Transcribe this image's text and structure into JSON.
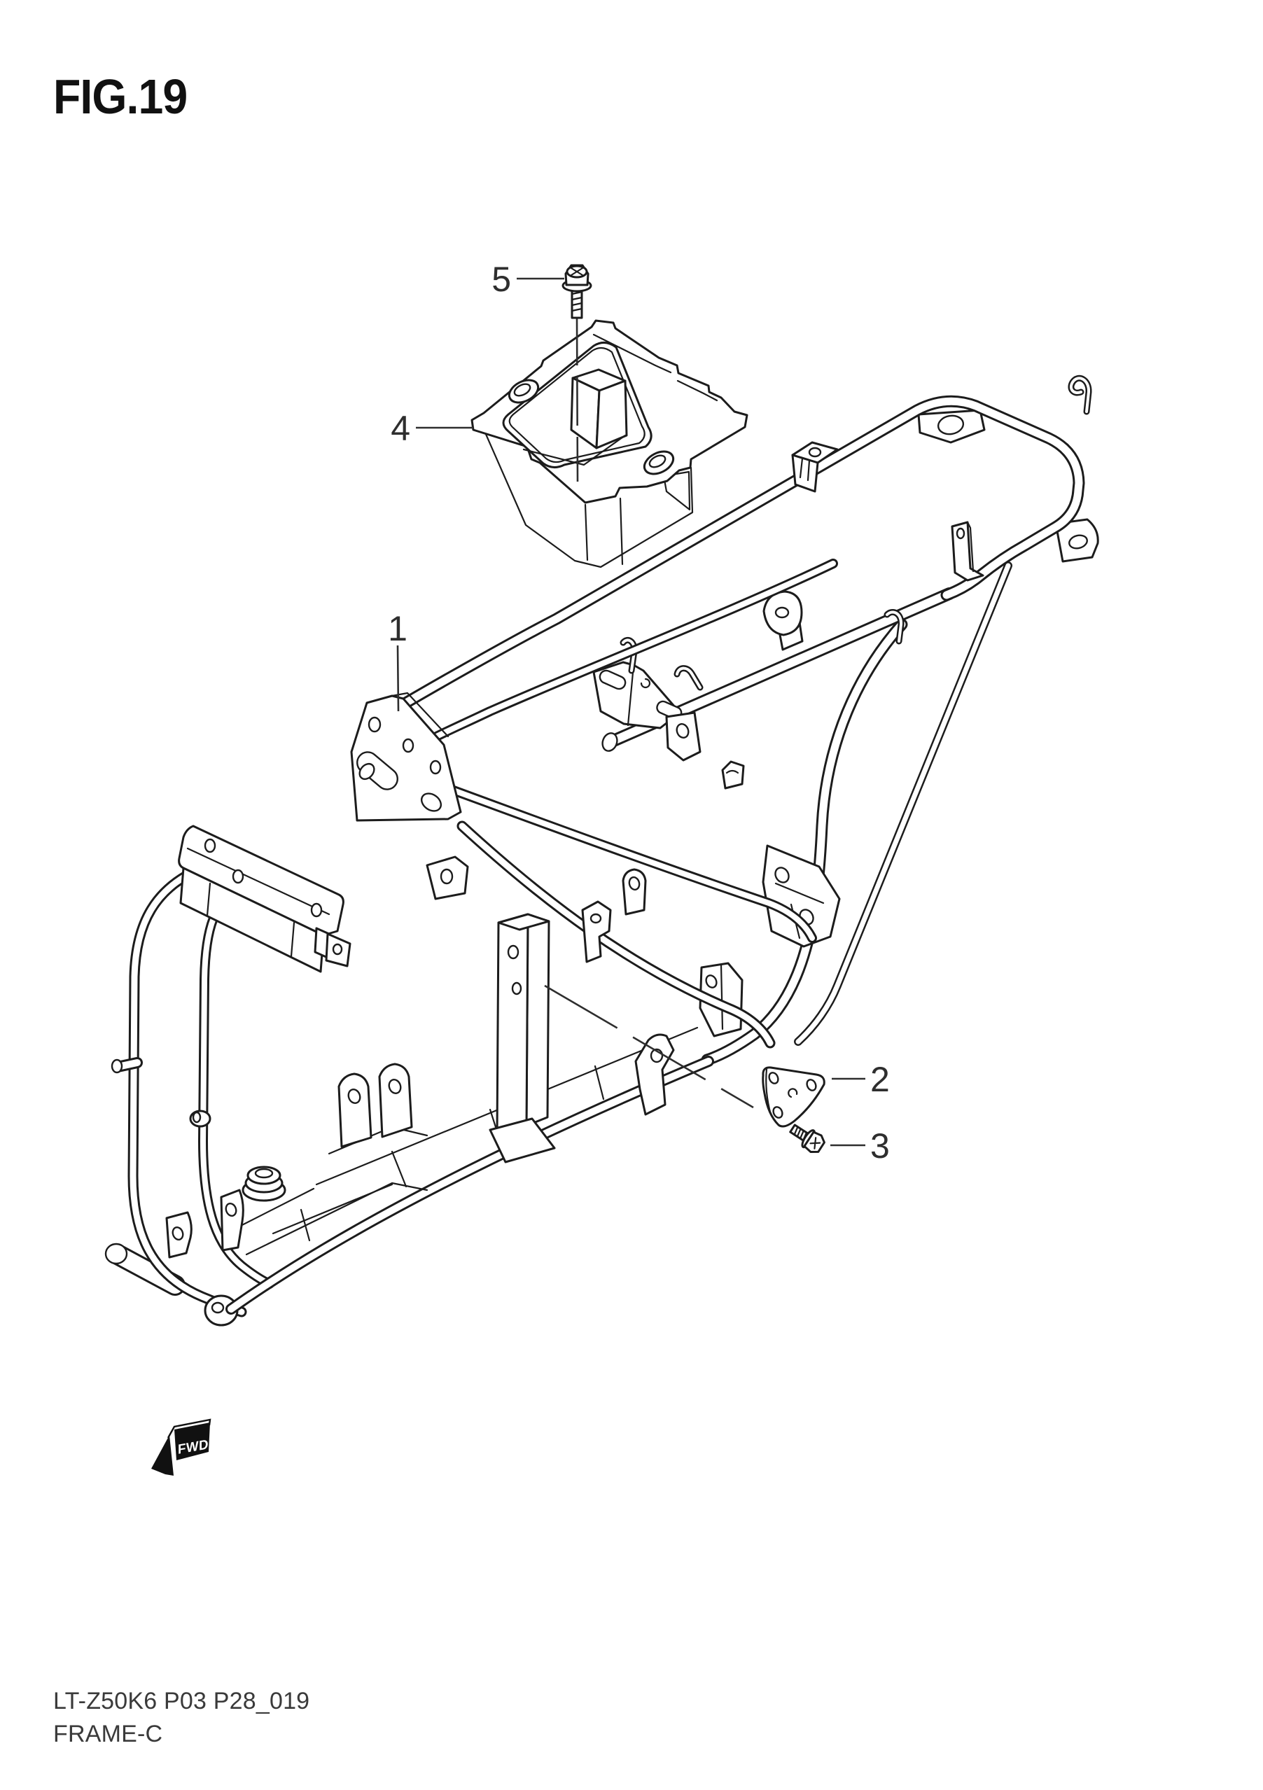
{
  "page": {
    "title": "FIG.19",
    "background_color": "#ffffff",
    "line_color": "#1c1c1c",
    "label_color": "#2e2e2e"
  },
  "figure": {
    "kind": "exploded-parts-line-diagram",
    "subject": "frame assembly",
    "fwd_marker_label": "FWD"
  },
  "callouts": [
    {
      "number": "1"
    },
    {
      "number": "2"
    },
    {
      "number": "3"
    },
    {
      "number": "4"
    },
    {
      "number": "5"
    }
  ],
  "footer": {
    "code_line": "LT-Z50K6 P03 P28_019",
    "figure_name": "FRAME-C"
  }
}
